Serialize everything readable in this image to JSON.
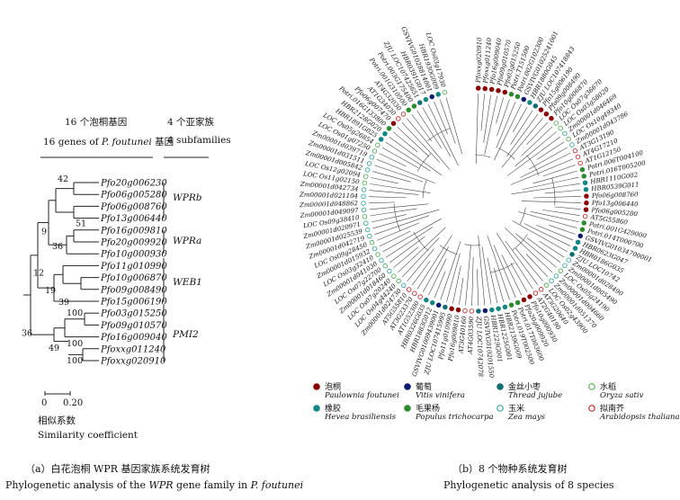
{
  "panel_a": {
    "header": {
      "genes_cn": "16 个泡桐基因",
      "genes_en_prefix": "16 genes of ",
      "genes_en_species": "P. foutunei",
      "genes_en_suffix": " 基因",
      "subfam_cn": "4 个亚家族",
      "subfam_en": "4 subfamilies"
    },
    "leaves": [
      "Pfo20g006230",
      "Pfo06g005280",
      "Pfo06g008760",
      "Pfo13g006440",
      "Pfo16g009810",
      "Pfo20g009920",
      "Pfo10g000930",
      "Pfo11g010990",
      "Pfo10g006870",
      "Pfo09g008490",
      "Pfo15g006190",
      "Pfo03g015250",
      "Pfo09g010570",
      "Pfo16g009040",
      "Pfoxxg011240",
      "Pfoxxg020910"
    ],
    "bootstraps": [
      "42",
      "9",
      "51",
      "36",
      "12",
      "19",
      "39",
      "100",
      "36",
      "49",
      "100",
      "100"
    ],
    "subfamilies": [
      "WPRb",
      "WPRa",
      "WEB1",
      "PMI2"
    ],
    "scale": {
      "zero": "0",
      "value": "0.20",
      "label_cn": "相似系数",
      "label_en": "Similarity coefficient"
    },
    "caption_cn": "（a）白花泡桐 WPR 基因家族系统发育树",
    "caption_en_1": "Phylogenetic analysis of the ",
    "caption_en_2": "WPR",
    "caption_en_3": " gene family in ",
    "caption_en_4": "P. foutunei"
  },
  "panel_b": {
    "tree_labels": [
      "Pfoxxg020910",
      "Pfoxxg011240",
      "Pfo16g009040",
      "Pfo09g010570",
      "Pfo03g015250",
      "Potri.T151500",
      "Potri.002G102300",
      "GSVIVG01025241001",
      "HBR1880G045",
      "ZJU LOC107418843",
      "Pfo15g006190",
      "Pfo09g008490",
      "Pfo10g006870",
      "LOC Os07g36670",
      "LOC Os03g58020",
      "Zm00001d046469",
      "LOC Os10g49340",
      "Zm00001d043786",
      "AT3G13190",
      "AT4G17210",
      "AT1G12150",
      "Potri.006T004100",
      "Potri.016T005200",
      "HBR1110G002",
      "HBR0539G011",
      "Pfo06g008760",
      "Pfo13g006440",
      "Pfo06g005280",
      "AT5G55860",
      "Potri.001G429000",
      "Potri.014T000700",
      "GSVIVG01034700001",
      "HBR0623G047",
      "HBR0186G035",
      "ZJU LOC10742",
      "Zm00001d028490",
      "Zm00001d005490",
      "LOC Os05g24190",
      "Zm00001d004660",
      "Zm00001d051370",
      "LOC Os02g43900",
      "AT3G20640",
      "AT2G40190",
      "Pfo10g000930",
      "Pfo20g009920",
      "Potri.017T003600",
      "Potri.019T002500",
      "HBR2139G009",
      "HBR1225G001",
      "HBR1229G001",
      "GSVIVG01020155001",
      "ZJU LOC107420781",
      "AT4G03590",
      "AT3G40160",
      "Pfo16g009810",
      "Pfo11g010990",
      "ZJU LOC107415995",
      "GSVIVG01009439001",
      "HBR1883G012",
      "HBR0326G035",
      "AT1G52300",
      "AT3G23370",
      "AT5G55810",
      "Zm00001d024730",
      "LOC Os04g44240",
      "LOC Os07g20240",
      "Zm00001d018460",
      "LOC Os07g22700",
      "Zm00001d041030",
      "LOC Os03g32410",
      "Zm00001d015932",
      "LOC Os09g28450",
      "Zm00001d042719",
      "Zm00001d025539",
      "Zm00001d020971",
      "LOC Os09g38410",
      "Zm00001d049097",
      "Zm00001d048862",
      "Zm00001d021104",
      "Zm00001d042734",
      "LOC Os11g02150",
      "LOC Os12g02094",
      "Zm00001d005842",
      "Zm00001d031511",
      "Zm00001d039719",
      "LOC Os01g07250",
      "LOC Os05g26854",
      "HBR1891G025",
      "HBR2128G020",
      "Potri.016G133800",
      "Pfo06g007470",
      "AT1G34030",
      "AT4G32030",
      "Potri.001G310500",
      "Potri.003G175400",
      "ZJU LOC107425651",
      "HBR0391G017",
      "GSVIVG01028814001",
      "HBR1930G009",
      "LOC Os03g17930"
    ],
    "legend": [
      {
        "cn": "泡桐",
        "en": "Paulownia foutunei",
        "color": "#8b0000",
        "filled": true
      },
      {
        "cn": "橡胶",
        "en": "Hevea brasiliensis",
        "color": "#138585",
        "filled": true
      },
      {
        "cn": "葡萄",
        "en": "Vitis vinifera",
        "color": "#0a1a6e",
        "filled": true
      },
      {
        "cn": "毛果杨",
        "en": "Populus trichocarpa",
        "color": "#2a8c2a",
        "filled": true
      },
      {
        "cn": "金丝小枣",
        "en": "Thread jujube",
        "color": "#0f6f73",
        "filled": true
      },
      {
        "cn": "玉米",
        "en": "Zea mays",
        "color": "#3da6a0",
        "filled": false
      },
      {
        "cn": "水稻",
        "en": "Oryza sativ",
        "color": "#58b058",
        "filled": false
      },
      {
        "cn": "拟南芥",
        "en": "Arabidopsis thaliana",
        "color": "#c03030",
        "filled": false
      }
    ],
    "caption_cn": "（b）8 个物种系统发育树",
    "caption_en": "Phylogenetic analysis of 8 species"
  }
}
